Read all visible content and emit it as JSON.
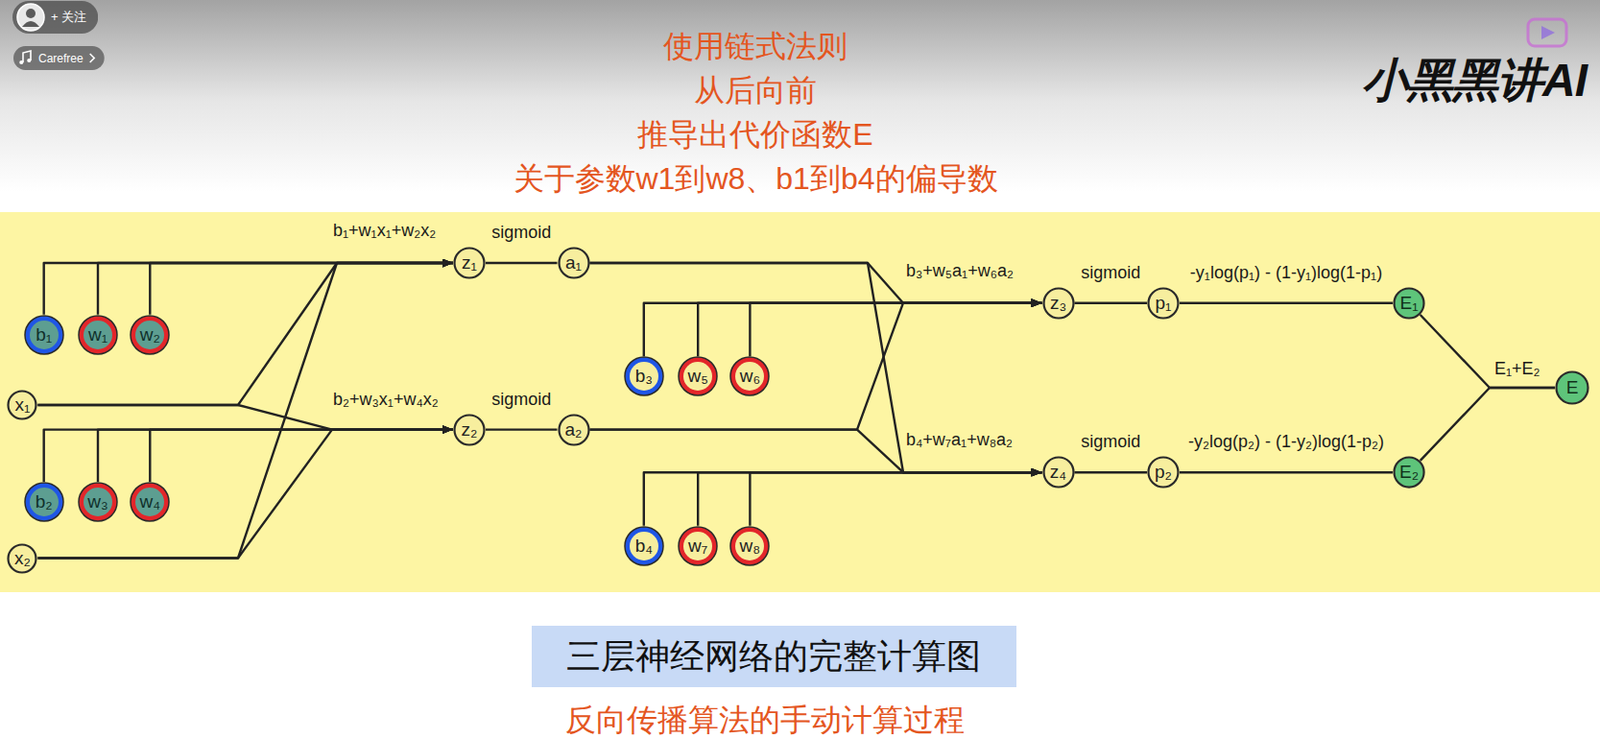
{
  "diagram": {
    "title": "使用链式法则 从后向前 推导出代价函数E 关于参数w1到w8、b1到b4的偏导数",
    "caption": "反向传播算法的手动计算过程",
    "nodes": [
      {
        "text": [
          "+ 关注"
        ]
      },
      {
        "text": [
          "Carefree"
        ]
      },
      {
        "text": [
          "b₁"
        ]
      },
      {
        "text": [
          "w₁"
        ]
      },
      {
        "text": [
          "w₂"
        ]
      },
      {
        "text": [
          "x₁"
        ]
      },
      {
        "text": [
          "b₂"
        ]
      },
      {
        "text": [
          "w₃"
        ]
      },
      {
        "text": [
          "w₄"
        ]
      },
      {
        "text": [
          "x₂"
        ]
      },
      {
        "text": [
          "z₁"
        ]
      },
      {
        "text": [
          "a₁"
        ]
      },
      {
        "text": [
          "z₂"
        ]
      },
      {
        "text": [
          "a₂"
        ]
      },
      {
        "text": [
          "b₃"
        ]
      },
      {
        "text": [
          "w₅"
        ]
      },
      {
        "text": [
          "w₆"
        ]
      },
      {
        "text": [
          "b₄"
        ]
      },
      {
        "text": [
          "w₇"
        ]
      },
      {
        "text": [
          "w₈"
        ]
      },
      {
        "text": [
          "z₃"
        ]
      },
      {
        "text": [
          "p₁"
        ]
      },
      {
        "text": [
          "z₄"
        ]
      },
      {
        "text": [
          "p₂"
        ]
      },
      {
        "text": [
          "E₁"
        ]
      },
      {
        "text": [
          "E₂"
        ]
      },
      {
        "text": [
          "E"
        ]
      },
      {
        "text": [
          "三层神经网络的完整计算图"
        ]
      }
    ],
    "edges": [
      {
        "from": 2,
        "to": 10,
        "arrow": "to"
      },
      {
        "from": 3,
        "to": 10,
        "arrow": "to"
      },
      {
        "from": 4,
        "to": 10,
        "arrow": "to"
      },
      {
        "from": 5,
        "to": 10,
        "arrow": "to"
      },
      {
        "from": 9,
        "to": 10,
        "arrow": "to"
      },
      {
        "from": 6,
        "to": 12,
        "arrow": "to"
      },
      {
        "from": 7,
        "to": 12,
        "arrow": "to"
      },
      {
        "from": 8,
        "to": 12,
        "arrow": "to"
      },
      {
        "from": 5,
        "to": 12,
        "arrow": "to"
      },
      {
        "from": 9,
        "to": 12,
        "arrow": "to"
      },
      {
        "from": 10,
        "to": 11,
        "label": "sigmoid",
        "arrow": "none"
      },
      {
        "from": 12,
        "to": 13,
        "label": "sigmoid",
        "arrow": "none"
      },
      {
        "from": 14,
        "to": 20,
        "arrow": "to"
      },
      {
        "from": 15,
        "to": 20,
        "arrow": "to"
      },
      {
        "from": 16,
        "to": 20,
        "arrow": "to"
      },
      {
        "from": 11,
        "to": 20,
        "arrow": "to"
      },
      {
        "from": 13,
        "to": 20,
        "arrow": "to"
      },
      {
        "from": 17,
        "to": 22,
        "arrow": "to"
      },
      {
        "from": 18,
        "to": 22,
        "arrow": "to"
      },
      {
        "from": 19,
        "to": 22,
        "arrow": "to"
      },
      {
        "from": 11,
        "to": 22,
        "arrow": "to"
      },
      {
        "from": 13,
        "to": 22,
        "arrow": "to"
      },
      {
        "from": 20,
        "to": 21,
        "label": "sigmoid",
        "arrow": "none"
      },
      {
        "from": 22,
        "to": 23,
        "label": "sigmoid",
        "arrow": "none"
      },
      {
        "from": 21,
        "to": 24,
        "label": "-y₁log(p₁) - (1-y₁)log(1-p₁)",
        "arrow": "none"
      },
      {
        "from": 23,
        "to": 25,
        "label": "-y₂log(p₂) - (1-y₂)log(1-p₂)",
        "arrow": "none"
      },
      {
        "from": 24,
        "to": 26,
        "arrow": "none"
      },
      {
        "from": 25,
        "to": 26,
        "arrow": "none"
      }
    ],
    "labels": [
      "b₁+w₁x₁+w₂x₂",
      "b₂+w₃x₁+w₄x₂",
      "b₃+w₅a₁+w₆a₂",
      "b₄+w₇a₁+w₈a₂",
      "E₁+E₂",
      "小黑黑讲AI"
    ]
  }
}
